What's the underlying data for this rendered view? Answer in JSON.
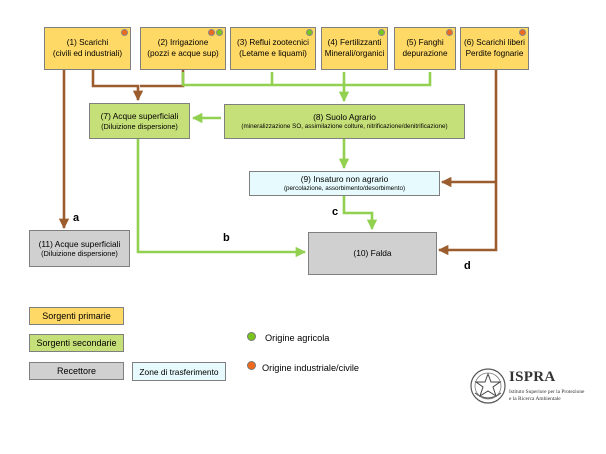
{
  "sources": [
    {
      "line1": "(1) Scarichi",
      "line2": "(civili ed industriali)",
      "dots": [
        "orange"
      ]
    },
    {
      "line1": "(2) Irrigazione",
      "line2": "(pozzi e acque sup)",
      "dots": [
        "orange",
        "green"
      ]
    },
    {
      "line1": "(3) Reflui zootecnici",
      "line2": "(Letame e liquami)",
      "dots": [
        "green"
      ]
    },
    {
      "line1": "(4) Fertilizzanti",
      "line2": "Minerali/organici",
      "dots": [
        "green"
      ]
    },
    {
      "line1": "(5) Fanghi",
      "line2": "depurazione",
      "dots": [
        "orange"
      ]
    },
    {
      "line1": "(6) Scarichi liberi",
      "line2": "Perdite fognarie",
      "dots": [
        "orange"
      ]
    }
  ],
  "nodes": {
    "acque_sup_7": {
      "title": "(7) Acque superficiali",
      "subtitle": "(Diluizione dispersione)"
    },
    "suolo_agrario_8": {
      "title": "(8) Suolo Agrario",
      "subtitle": "(mineralizzazione SO, assimilazione colture, nitrificazione/denitrificazione)"
    },
    "insaturo_9": {
      "title": "(9) Insaturo non agrario",
      "subtitle": "(percolazione, assorbimento/desorbimento)"
    },
    "acque_sup_11": {
      "title": "(11) Acque superficiali",
      "subtitle": "(Diluizione dispersione)"
    },
    "falda_10": {
      "title": "(10) Falda"
    }
  },
  "path_labels": {
    "a": "a",
    "b": "b",
    "c": "c",
    "d": "d"
  },
  "legend": {
    "primary": "Sorgenti primarie",
    "secondary": "Sorgenti secondarie",
    "receptor": "Recettore",
    "transfer": "Zone di trasferimento",
    "agricultural": "Origine agricola",
    "industrial": "Origine industriale/civile"
  },
  "logo": {
    "name": "ISPRA",
    "line1": "Istituto Superiore per la Protezione",
    "line2": "e la Ricerca Ambientale"
  },
  "colors": {
    "primary_fill": "#ffd966",
    "secondary_fill": "#c6e079",
    "receptor_fill": "#d0d0d0",
    "transfer_fill": "#e7fafd",
    "green_arrow": "#92d050",
    "brown_arrow": "#9b5d2e",
    "dot_green": "#78c51c",
    "dot_orange": "#ef6a1d"
  }
}
